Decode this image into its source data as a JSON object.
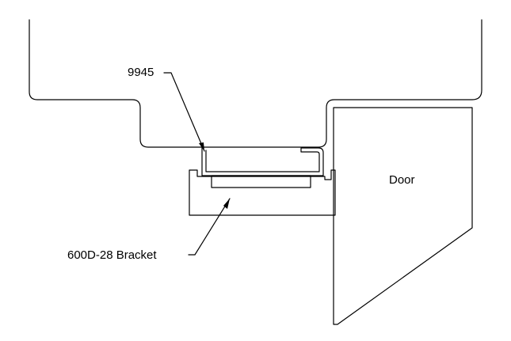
{
  "labels": {
    "part_9945": "9945",
    "bracket": "600D-28 Bracket",
    "door": "Door"
  }
}
